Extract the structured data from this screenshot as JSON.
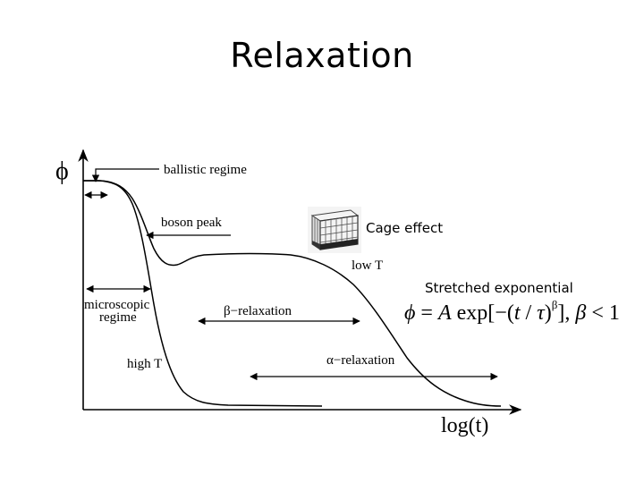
{
  "slide": {
    "title": "Relaxation"
  },
  "diagram": {
    "y_axis_label": "ϕ",
    "x_axis_label": "log(t)",
    "labels": {
      "ballistic": "ballistic regime",
      "boson": "boson peak",
      "low_t": "low T",
      "micro_line1": "microscopic",
      "micro_line2": "regime",
      "beta": "β−relaxation",
      "high_t": "high T",
      "alpha": "α−relaxation"
    }
  },
  "cage": {
    "caption": "Cage effect",
    "icon": "cage-icon"
  },
  "stretched": {
    "caption": "Stretched exponential",
    "formula": {
      "lhs": "ϕ",
      "eq": " = ",
      "amp": "A",
      "exp": " exp[−(",
      "t": "t",
      "slash": " / ",
      "tau": "τ",
      "close": ")",
      "beta_sup": "β",
      "tail": "],  ",
      "beta": "β",
      "lt": " < 1"
    }
  }
}
